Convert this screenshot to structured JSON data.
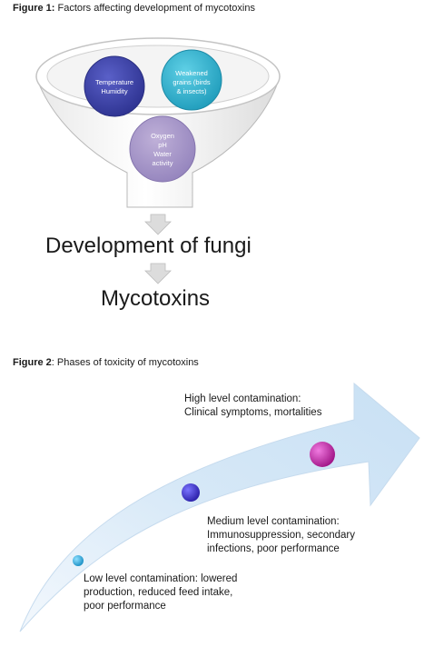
{
  "figure1": {
    "caption_bold": "Figure 1:",
    "caption_text": " Factors affecting development of mycotoxins",
    "circles": [
      {
        "lines": [
          "Temperature",
          "Humidity"
        ],
        "color": "#3a3fa6"
      },
      {
        "lines": [
          "Weakened",
          "grains  (birds",
          "& insects)"
        ],
        "color": "#2fb4d0"
      },
      {
        "lines": [
          "Oxygen",
          "pH",
          "Water",
          "activity"
        ],
        "color": "#a995c8"
      }
    ],
    "step1": "Development of fungi",
    "step2": "Mycotoxins"
  },
  "figure2": {
    "caption_bold": "Figure 2",
    "caption_text": ": Phases of toxicity of mycotoxins",
    "stages": {
      "high": [
        "High level contamination:",
        "Clinical symptoms, mortalities"
      ],
      "medium": [
        "Medium level contamination:",
        "Immunosuppression, secondary",
        "infections, poor performance"
      ],
      "low": [
        "Low level contamination: lowered",
        "production, reduced feed intake,",
        "poor performance"
      ]
    },
    "dot_colors": {
      "low": "#2aa9d8",
      "medium": "#3a2fc0",
      "high": "#b5249a"
    }
  }
}
